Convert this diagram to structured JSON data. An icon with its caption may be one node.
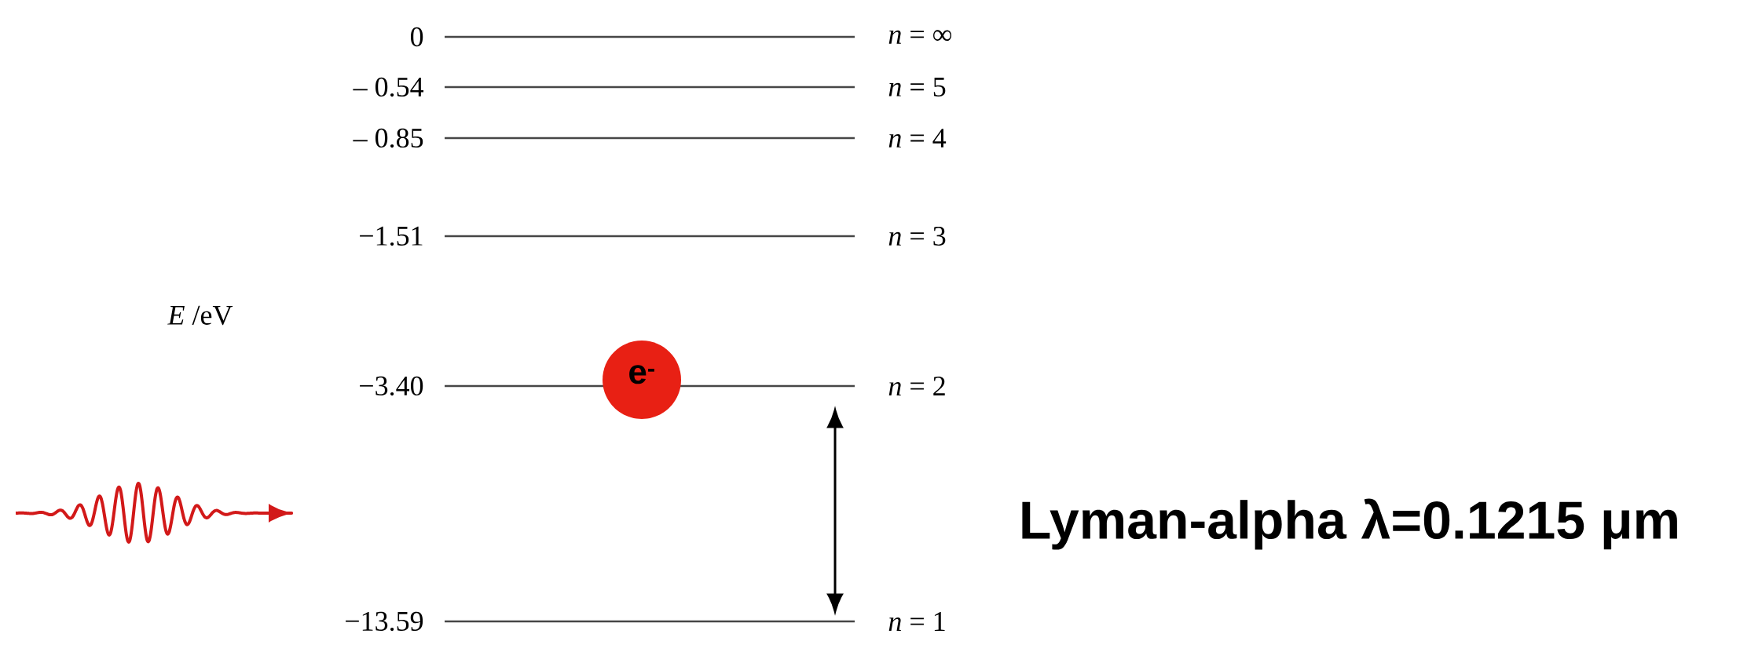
{
  "diagram": {
    "nodes": [
      {
        "text": [],
        "shape": "bar",
        "beside": [
          "0",
          "*n* = ∞"
        ]
      },
      {
        "text": [],
        "shape": "bar",
        "beside": [
          "– 0.54",
          "*n* = 5"
        ]
      },
      {
        "text": [],
        "shape": "bar",
        "beside": [
          "– 0.85",
          "*n* = 4"
        ]
      },
      {
        "text": [],
        "shape": "bar",
        "beside": [
          "−1.51",
          "*n* = 3"
        ]
      },
      {
        "text": [],
        "shape": "bar",
        "beside": [
          "−3.40",
          "*n* = 2"
        ]
      },
      {
        "text": [],
        "shape": "bar",
        "beside": [
          "−13.59",
          "*n* = 1"
        ]
      },
      {
        "text": [
          "e$^{-}$"
        ]
      }
    ],
    "edges": [
      {
        "from": 4,
        "to": 5,
        "arrow": "both"
      }
    ],
    "labels": [
      "*E* /eV",
      "Lyman-alpha λ=0.1215 μm"
    ]
  }
}
